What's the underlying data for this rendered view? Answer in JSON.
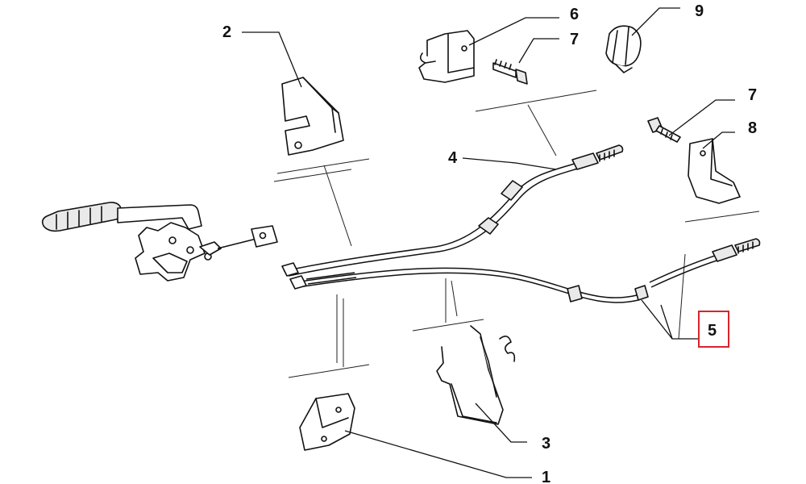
{
  "colors": {
    "highlight": "#d9232d",
    "line": "#111111",
    "fill": "#e9e9e9"
  },
  "callouts": [
    {
      "id": "c2",
      "label": "2"
    },
    {
      "id": "c6",
      "label": "6"
    },
    {
      "id": "c7a",
      "label": "7"
    },
    {
      "id": "c9",
      "label": "9"
    },
    {
      "id": "c7b",
      "label": "7"
    },
    {
      "id": "c8",
      "label": "8"
    },
    {
      "id": "c4",
      "label": "4"
    },
    {
      "id": "c5",
      "label": "5",
      "highlighted": true
    },
    {
      "id": "c3",
      "label": "3"
    },
    {
      "id": "c1",
      "label": "1"
    }
  ]
}
